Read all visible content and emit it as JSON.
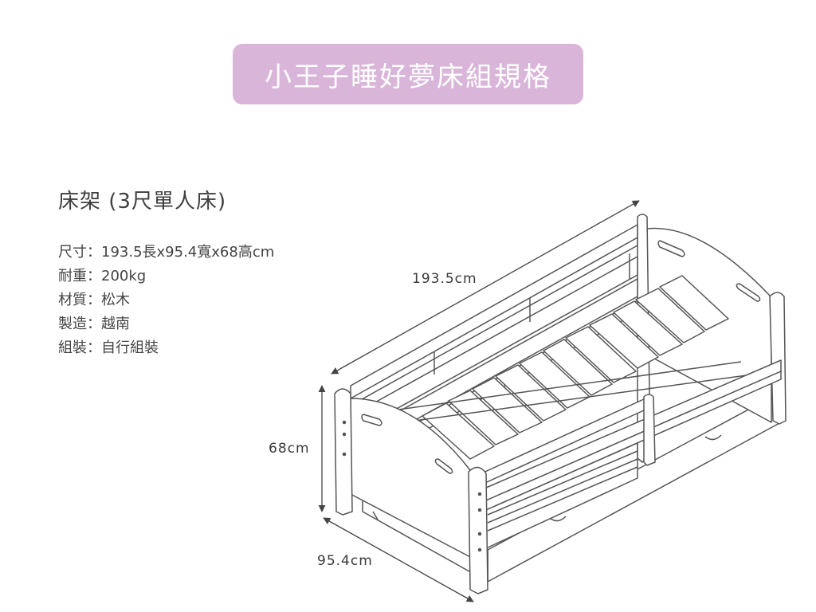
{
  "title": "小王子睡好夢床組規格",
  "colors": {
    "banner_bg": "#d9b6d9",
    "banner_text": "#ffffff",
    "line": "#555555"
  },
  "section": {
    "heading": "床架 (3尺單人床)"
  },
  "specs": [
    "尺寸：193.5長x95.4寬x68高cm",
    "耐重：200kg",
    "材質：松木",
    "製造：越南",
    "組裝：自行組裝"
  ],
  "dimensions": {
    "length": "193.5cm",
    "height": "68cm",
    "width": "95.4cm"
  }
}
